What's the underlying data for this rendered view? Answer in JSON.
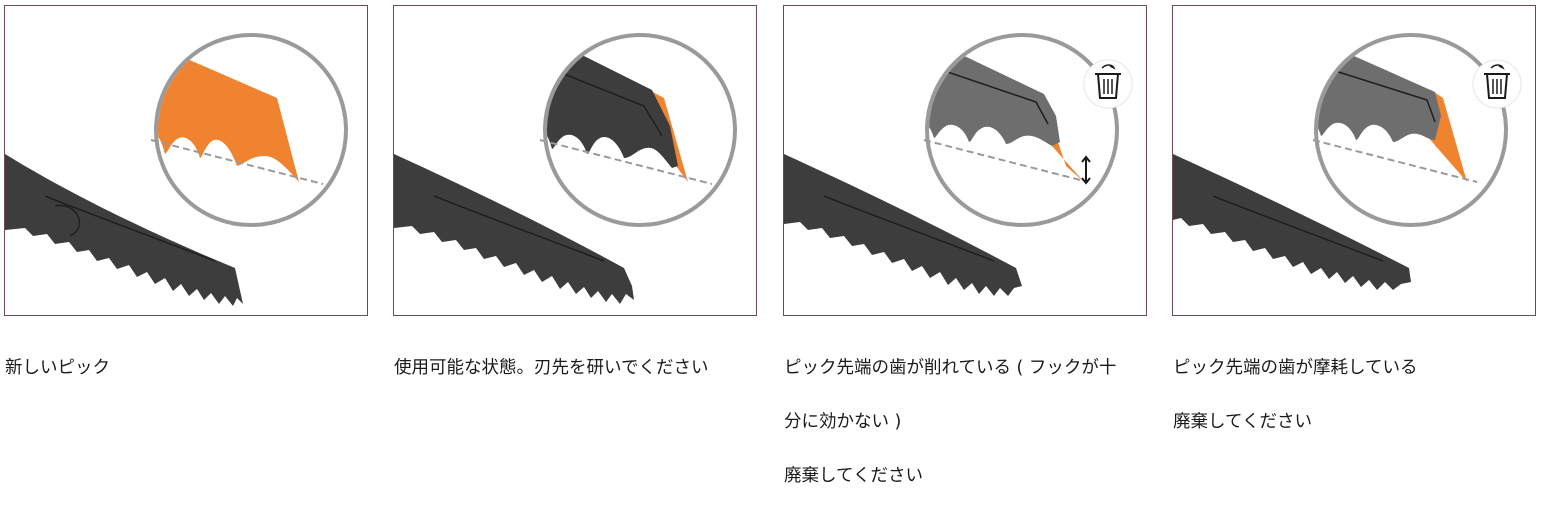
{
  "colors": {
    "frame": "#6d4b55",
    "pick_dark": "#3d3d3d",
    "pick_worn": "#6e6e6e",
    "orange": "#f08330",
    "circle": "#9a9a9a",
    "dash": "#9a9a9a"
  },
  "panels": [
    {
      "caption": [
        "新しいピック"
      ],
      "icon": null
    },
    {
      "caption": [
        "使用可能な状態。刃先を研いでください"
      ],
      "icon": null
    },
    {
      "caption": [
        "ピック先端の歯が削れている ( フックが十",
        "分に効かない )",
        "廃棄してください"
      ],
      "icon": "trash-icon"
    },
    {
      "caption": [
        "ピック先端の歯が摩耗している",
        "廃棄してください"
      ],
      "icon": "trash-icon"
    }
  ]
}
